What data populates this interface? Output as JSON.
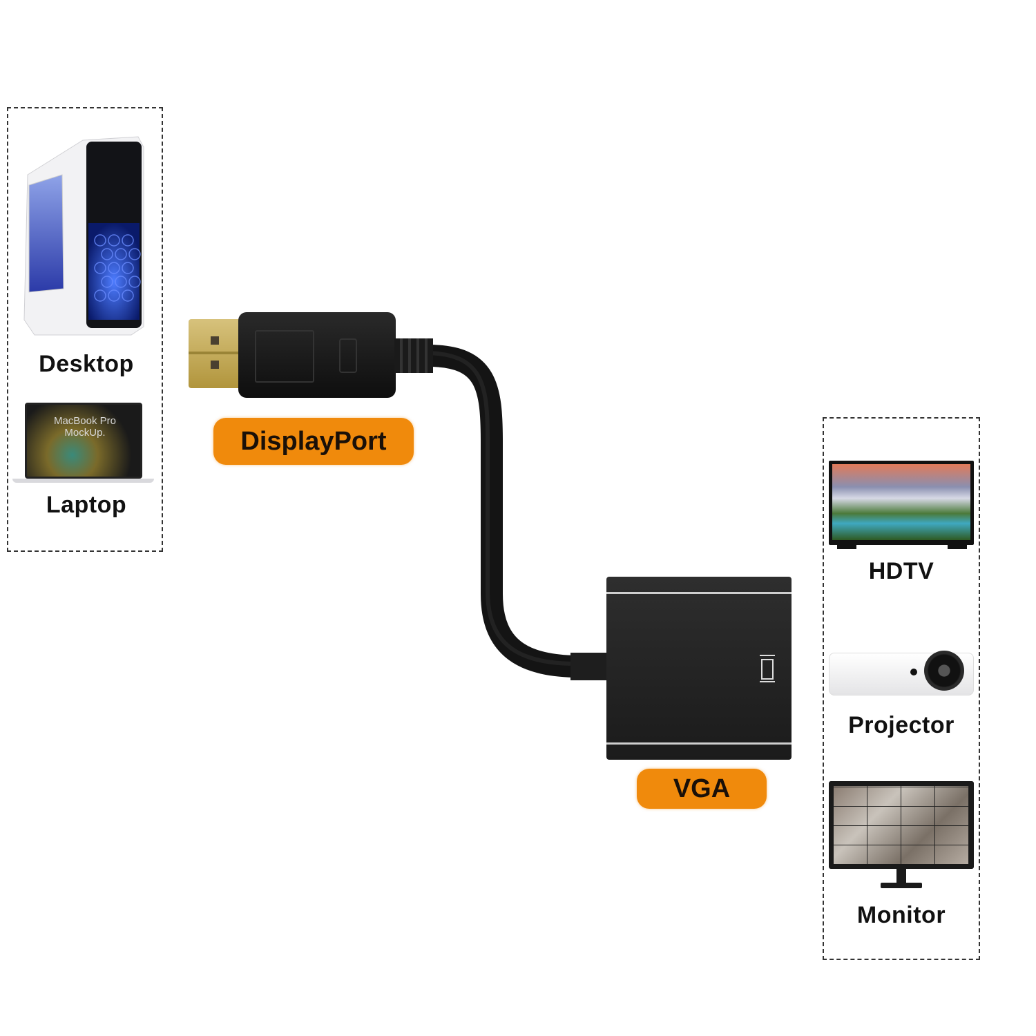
{
  "source_devices": {
    "items": [
      {
        "label": "Desktop",
        "icon": "desktop-tower-icon"
      },
      {
        "label": "Laptop",
        "icon": "laptop-icon",
        "screen_text": [
          "MacBook Pro",
          "MockUp."
        ]
      }
    ]
  },
  "connectors": {
    "input": {
      "label": "DisplayPort",
      "icon": "displayport-plug-icon"
    },
    "output": {
      "label": "VGA",
      "icon": "vga-adapter-icon"
    }
  },
  "target_devices": {
    "items": [
      {
        "label": "HDTV",
        "icon": "hdtv-icon"
      },
      {
        "label": "Projector",
        "icon": "projector-icon"
      },
      {
        "label": "Monitor",
        "icon": "monitor-icon"
      }
    ]
  },
  "colors": {
    "pill": "#f08a0c",
    "cable": "#111111",
    "gold": "#c9a64a"
  }
}
